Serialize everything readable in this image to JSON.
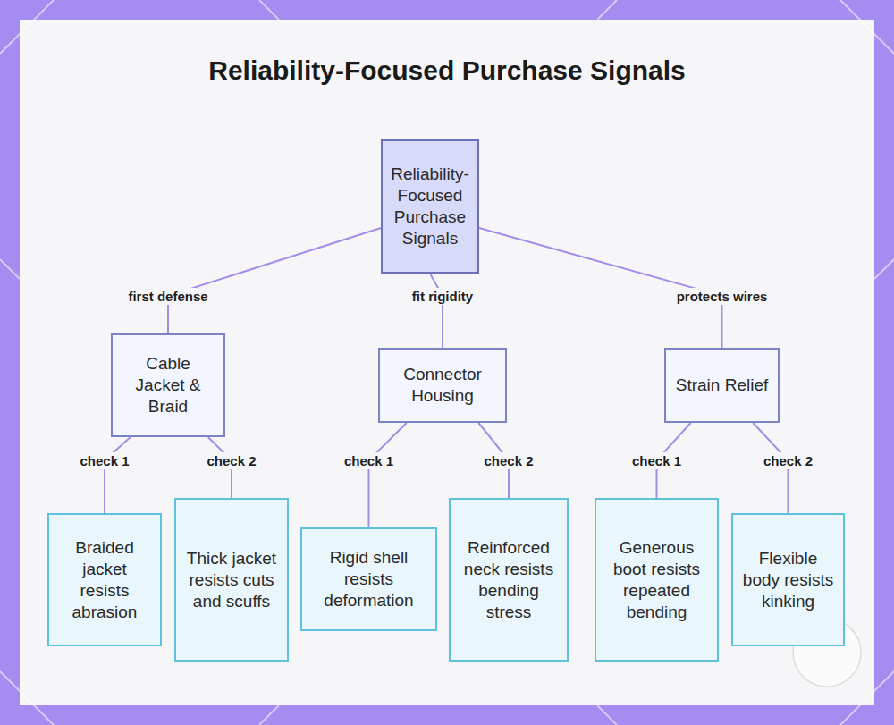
{
  "diagram": {
    "title": "Reliability-Focused Purchase Signals",
    "nodes": [
      {
        "text": [
          "Reliability-Focused Purchase Signals"
        ]
      },
      {
        "text": [
          "Cable Jacket & Braid"
        ]
      },
      {
        "text": [
          "Connector Housing"
        ]
      },
      {
        "text": [
          "Strain Relief"
        ]
      },
      {
        "text": [
          "Braided jacket resists abrasion"
        ]
      },
      {
        "text": [
          "Thick jacket resists cuts and scuffs"
        ]
      },
      {
        "text": [
          "Rigid shell resists deformation"
        ]
      },
      {
        "text": [
          "Reinforced neck resists bending stress"
        ]
      },
      {
        "text": [
          "Generous boot resists repeated bending"
        ]
      },
      {
        "text": [
          "Flexible body resists kinking"
        ]
      }
    ],
    "edges": [
      {
        "from": 0,
        "to": 1,
        "label": "first defense",
        "arrow": "none"
      },
      {
        "from": 0,
        "to": 2,
        "label": "fit rigidity",
        "arrow": "none"
      },
      {
        "from": 0,
        "to": 3,
        "label": "protects wires",
        "arrow": "none"
      },
      {
        "from": 1,
        "to": 4,
        "label": "check 1",
        "arrow": "none"
      },
      {
        "from": 1,
        "to": 5,
        "label": "check 2",
        "arrow": "none"
      },
      {
        "from": 2,
        "to": 6,
        "label": "check 1",
        "arrow": "none"
      },
      {
        "from": 2,
        "to": 7,
        "label": "check 2",
        "arrow": "none"
      },
      {
        "from": 3,
        "to": 8,
        "label": "check 1",
        "arrow": "none"
      },
      {
        "from": 3,
        "to": 9,
        "label": "check 2",
        "arrow": "none"
      }
    ]
  }
}
